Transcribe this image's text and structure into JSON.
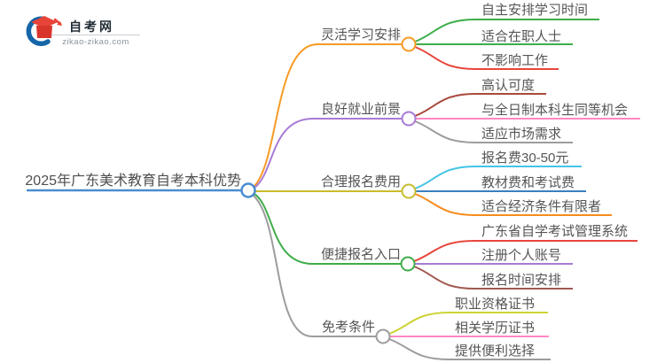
{
  "logo": {
    "title": "自考网",
    "domain": "zikao-zikao.com"
  },
  "root": {
    "label": "2025年广东美术教育自考本科优势",
    "color": "#4a8dd0"
  },
  "branches": [
    {
      "label": "灵活学习安排",
      "color": "#f79b26",
      "children": [
        {
          "label": "自主安排学习时间",
          "color": "#3fad4a"
        },
        {
          "label": "适合在职人士",
          "color": "#3fad4a"
        },
        {
          "label": "不影响工作",
          "color": "#e8453c"
        }
      ]
    },
    {
      "label": "良好就业前景",
      "color": "#a87bd5",
      "children": [
        {
          "label": "高认可度",
          "color": "#a8493c"
        },
        {
          "label": "与全日制本科生同等机会",
          "color": "#ff87c3"
        },
        {
          "label": "适应市场需求",
          "color": "#9d9d9d"
        }
      ]
    },
    {
      "label": "合理报名费用",
      "color": "#c9bd2e",
      "children": [
        {
          "label": "报名费30-50元",
          "color": "#45c5e5"
        },
        {
          "label": "教材费和考试费",
          "color": "#3c7fc0"
        },
        {
          "label": "适合经济条件有限者",
          "color": "#f78c1e"
        }
      ]
    },
    {
      "label": "便捷报名入口",
      "color": "#3fad4a",
      "children": [
        {
          "label": "广东省自学考试管理系统",
          "color": "#e8453c"
        },
        {
          "label": "注册个人账号",
          "color": "#a87bd5"
        },
        {
          "label": "报名时间安排",
          "color": "#a05a50"
        }
      ]
    },
    {
      "label": "免考条件",
      "color": "#9d9d9d",
      "children": [
        {
          "label": "职业资格证书",
          "color": "#ced335"
        },
        {
          "label": "相关学历证书",
          "color": "#ff87c3"
        },
        {
          "label": "提供便利选择",
          "color": "#9d9d9d"
        }
      ]
    }
  ]
}
